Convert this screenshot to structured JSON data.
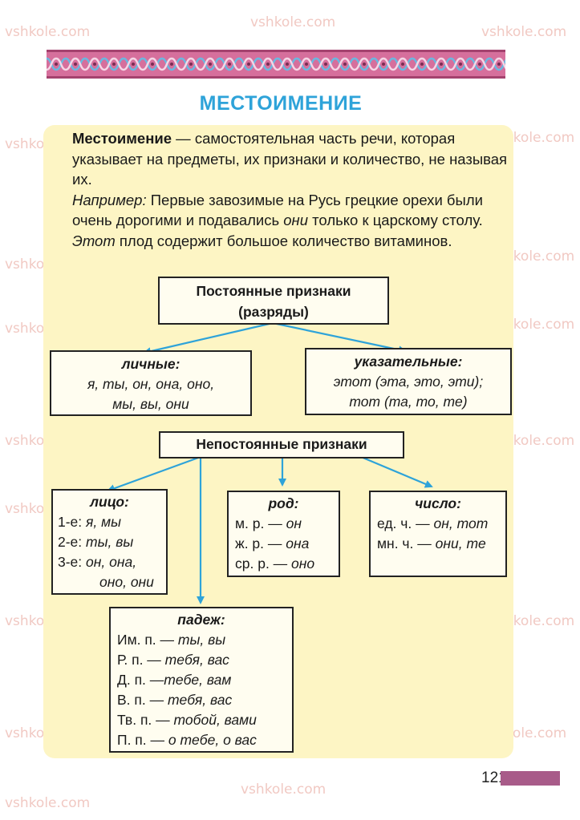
{
  "watermark": "vshkole.com",
  "title": "МЕСТОИМЕНИЕ",
  "intro": {
    "term": "Местоимение",
    "definition": " — самостоятельная часть речи, которая указывает на предметы, их признаки и количество, не называя их.",
    "example_label": "Например:",
    "example_text_1": " Первые завозимые на Русь грецкие орехи были очень дорогими и подавались ",
    "example_em_1": "они",
    "example_text_2": " только к царскому столу. ",
    "example_em_2": "Этот",
    "example_text_3": " плод содержит большое количество витаминов."
  },
  "constant": {
    "title_line1": "Постоянные признаки",
    "title_line2": "(разряды)",
    "personal": {
      "head": "личные:",
      "line1": "я, ты, он, она, оно,",
      "line2": "мы, вы, они"
    },
    "demonstrative": {
      "head": "указательные:",
      "line1": "этот (эта, это, эти);",
      "line2": "тот (та, то, те)"
    }
  },
  "variable": {
    "title": "Непостоянные признаки",
    "person": {
      "head": "лицо:",
      "rows": [
        {
          "label": "1-е:",
          "value": " я, мы"
        },
        {
          "label": "2-е:",
          "value": " ты, вы"
        },
        {
          "label": "3-е:",
          "value": " он, она,"
        }
      ],
      "cont": "оно, они"
    },
    "gender": {
      "head": "род:",
      "rows": [
        {
          "label": "м. р. —",
          "value": " он"
        },
        {
          "label": "ж. р. —",
          "value": " она"
        },
        {
          "label": "ср. р. —",
          "value": " оно"
        }
      ]
    },
    "number": {
      "head": "число:",
      "rows": [
        {
          "label": "ед. ч. —",
          "value": " он, тот"
        },
        {
          "label": "мн. ч. —",
          "value": " они, те"
        }
      ]
    },
    "case": {
      "head": "падеж:",
      "rows": [
        {
          "label": "Им. п. —",
          "value": " ты, вы"
        },
        {
          "label": "Р. п. —",
          "value": " тебя, вас"
        },
        {
          "label": "Д. п. —",
          "value": "тебе, вам"
        },
        {
          "label": "В. п. —",
          "value": " тебя, вас"
        },
        {
          "label": "Тв. п. —",
          "value": " тобой, вами"
        },
        {
          "label": "П. п. —",
          "value": " о тебе, о вас"
        }
      ]
    }
  },
  "page_number": "121",
  "colors": {
    "title": "#2ea3d9",
    "panel": "#fdf5c4",
    "arrow": "#2ea3d9",
    "band": "#d66f9c",
    "tab": "#a85b89",
    "watermark": "#f1c9c3"
  }
}
